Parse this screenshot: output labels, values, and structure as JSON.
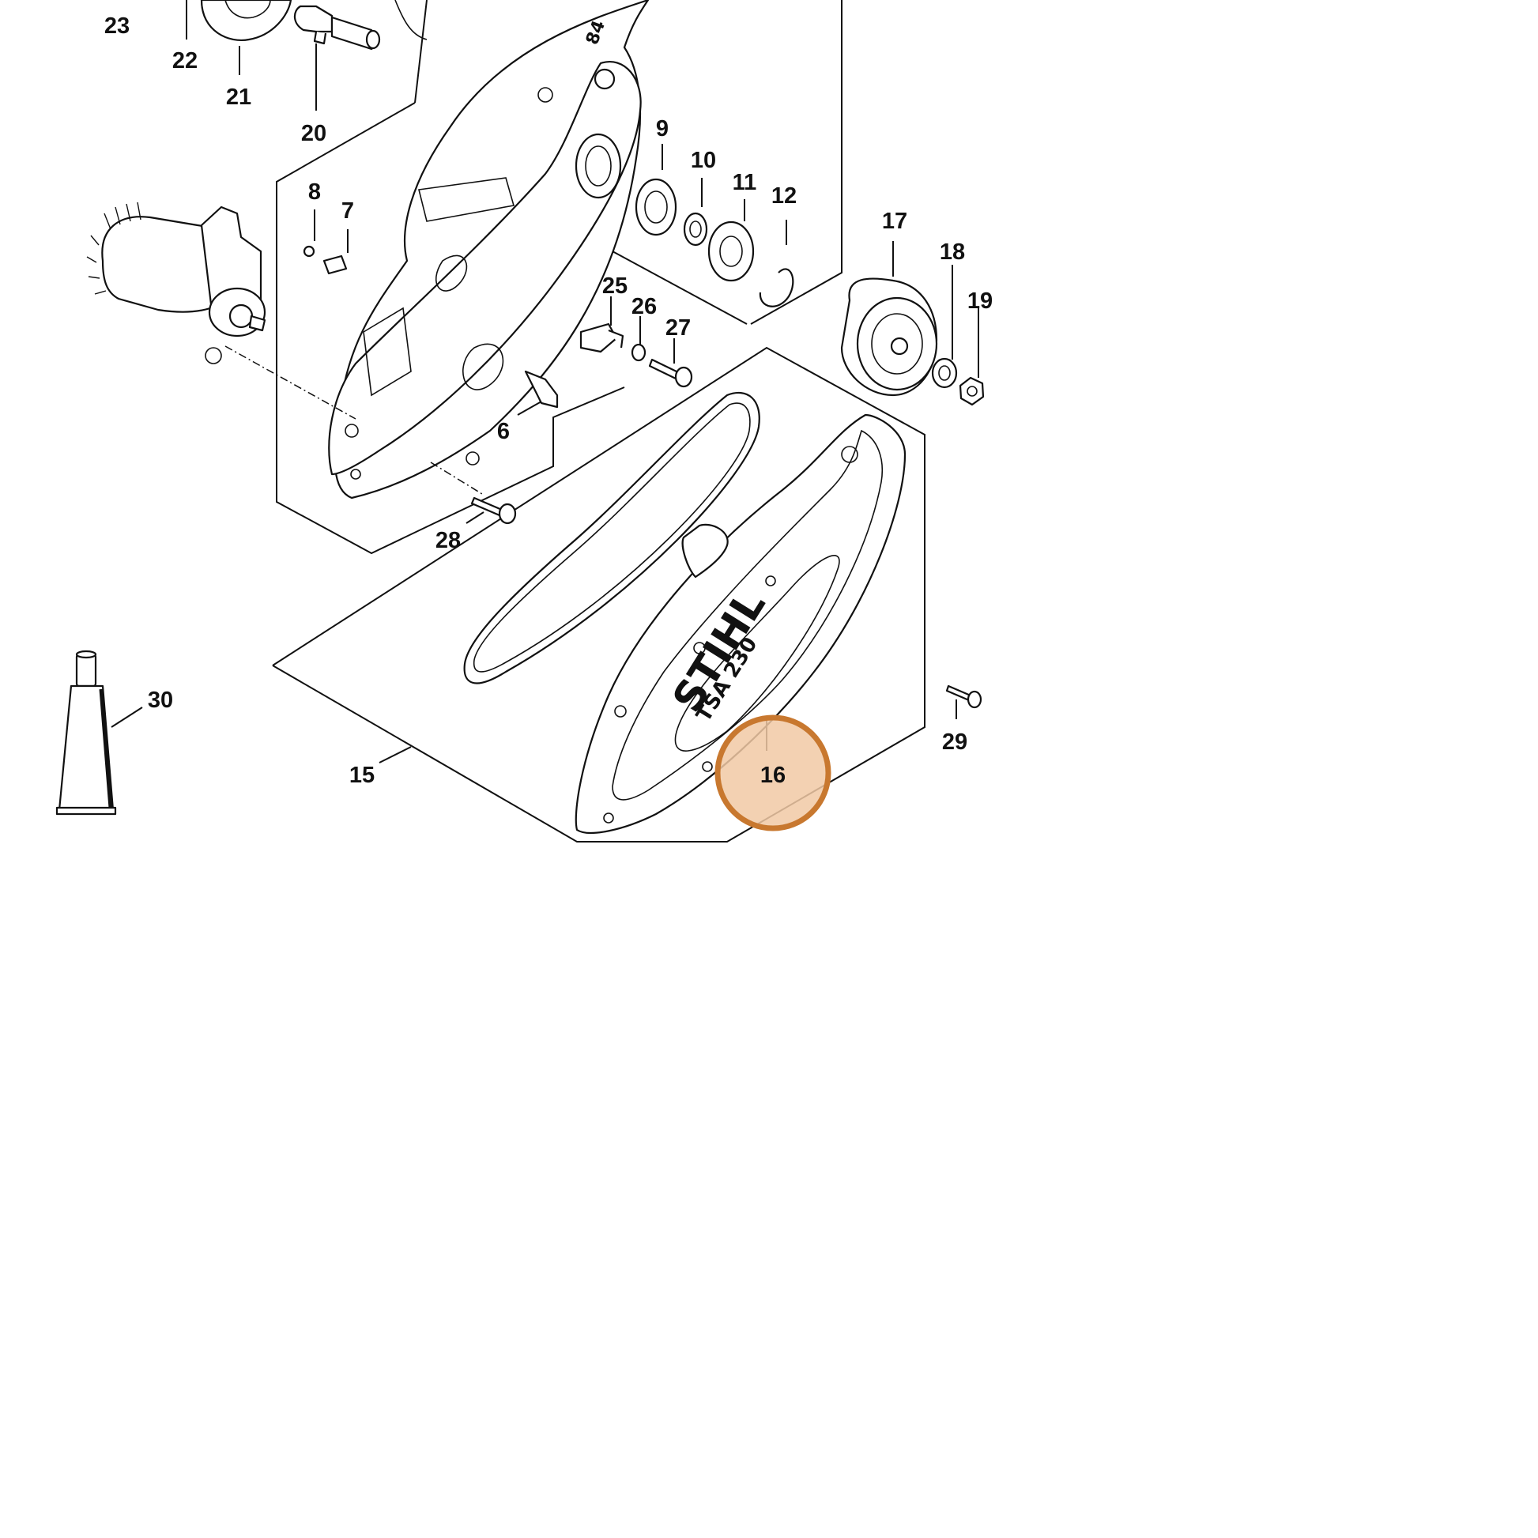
{
  "diagram": {
    "callouts": {
      "c23": "23",
      "c22": "22",
      "c21": "21",
      "c20": "20",
      "c8": "8",
      "c7": "7",
      "c9": "9",
      "c10": "10",
      "c11": "11",
      "c12": "12",
      "c17": "17",
      "c18": "18",
      "c19": "19",
      "c25": "25",
      "c26": "26",
      "c27": "27",
      "c6": "6",
      "c28": "28",
      "c30": "30",
      "c15": "15",
      "c16": "16",
      "c29": "29"
    },
    "highlighted_callout": "16",
    "highlight_color": "#c8782f",
    "highlight_fill": "#f1c9a5",
    "logo_text": "STIHL",
    "model_text": "TSA 230"
  }
}
